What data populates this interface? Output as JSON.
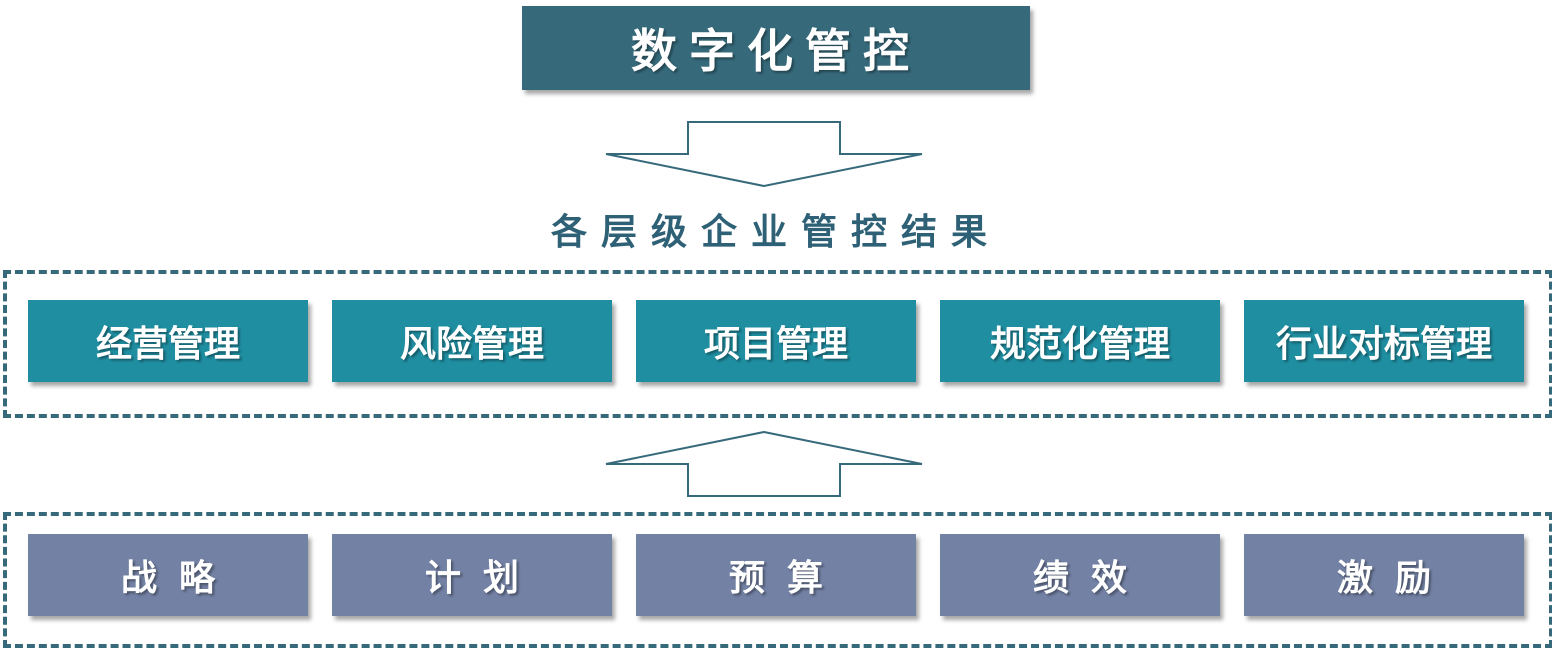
{
  "title": "数字化管控",
  "subtitle": "各层级企业管控结果",
  "results": [
    {
      "label": "经营管理"
    },
    {
      "label": "风险管理"
    },
    {
      "label": "项目管理"
    },
    {
      "label": "规范化管理"
    },
    {
      "label": "行业对标管理"
    }
  ],
  "means": [
    {
      "label": "战略"
    },
    {
      "label": "计划"
    },
    {
      "label": "预算"
    },
    {
      "label": "绩效"
    },
    {
      "label": "激励"
    }
  ],
  "colors": {
    "title_bg": "#366a7b",
    "result_bg": "#1f8ea1",
    "means_bg": "#7381a4",
    "dash": "#366a7b",
    "subtitle_text": "#2f6176"
  }
}
